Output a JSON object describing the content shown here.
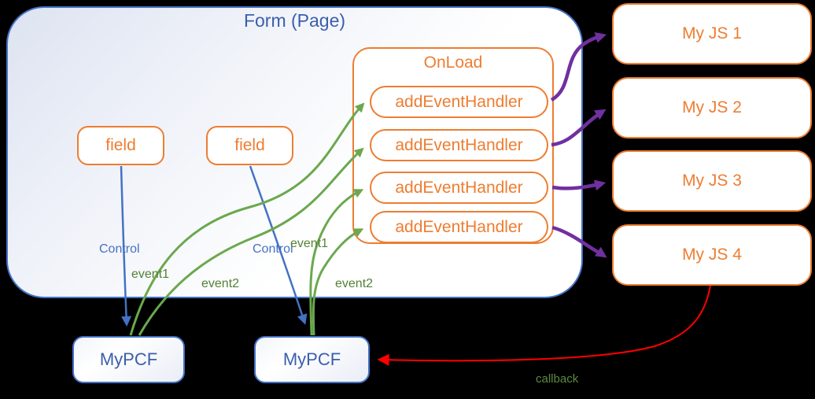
{
  "form": {
    "title": "Form (Page)"
  },
  "fields": [
    "field",
    "field"
  ],
  "onload": {
    "title": "OnLoad",
    "handlers": [
      "addEventHandler",
      "addEventHandler",
      "addEventHandler",
      "addEventHandler"
    ]
  },
  "js_modules": [
    "My JS 1",
    "My JS 2",
    "My JS 3",
    "My JS 4"
  ],
  "pcf_controls": [
    "MyPCF",
    "MyPCF"
  ],
  "edge_labels": {
    "control": "Control",
    "event1": "event1",
    "event2": "event2",
    "callback": "callback"
  },
  "colors": {
    "background": "#000000",
    "form_border": "#4472C4",
    "form_fill_top": "#DDE3F1",
    "orange_accent": "#ED7D31",
    "blue_text": "#3C5EAC",
    "blue_arrow": "#4472C4",
    "green_arrow": "#6BA84E",
    "green_label": "#538135",
    "purple_arrow": "#7030A0",
    "red_arrow": "#FF0000",
    "callback_label": "#5D8A3E"
  }
}
